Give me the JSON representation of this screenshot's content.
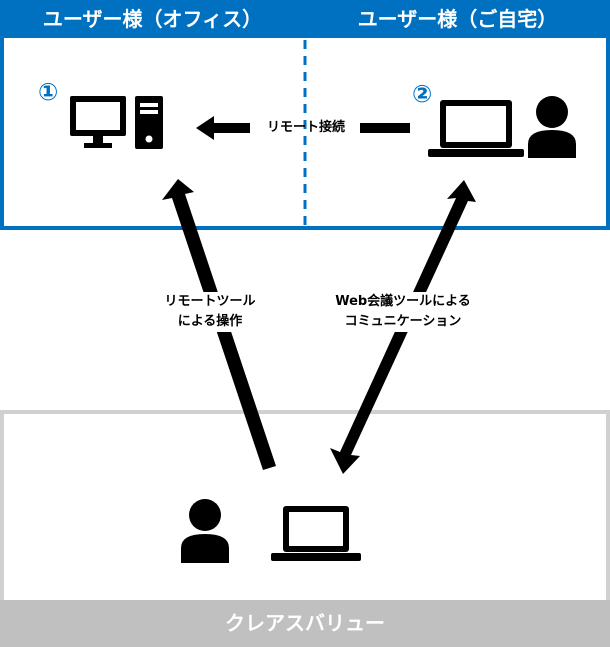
{
  "header": {
    "office": "ユーザー様（オフィス）",
    "home": "ユーザー様（ご自宅）"
  },
  "markers": {
    "one": "①",
    "two": "②"
  },
  "labels": {
    "remote_connection": "リモート接続",
    "remote_tool_line1": "リモートツール",
    "remote_tool_line2": "による操作",
    "web_conf_line1": "Web会議ツールによる",
    "web_conf_line2": "コミュニケーション"
  },
  "footer": {
    "company": "クレアスバリュー"
  },
  "icons": {
    "office_pc": "desktop-computer-icon",
    "home_laptop": "laptop-icon",
    "home_user": "person-icon",
    "support_user": "person-icon",
    "support_laptop": "laptop-icon"
  },
  "colors": {
    "accent": "#0070c0",
    "footer_bg": "#c0c0c0",
    "frame_gray": "#d0d0d0"
  }
}
